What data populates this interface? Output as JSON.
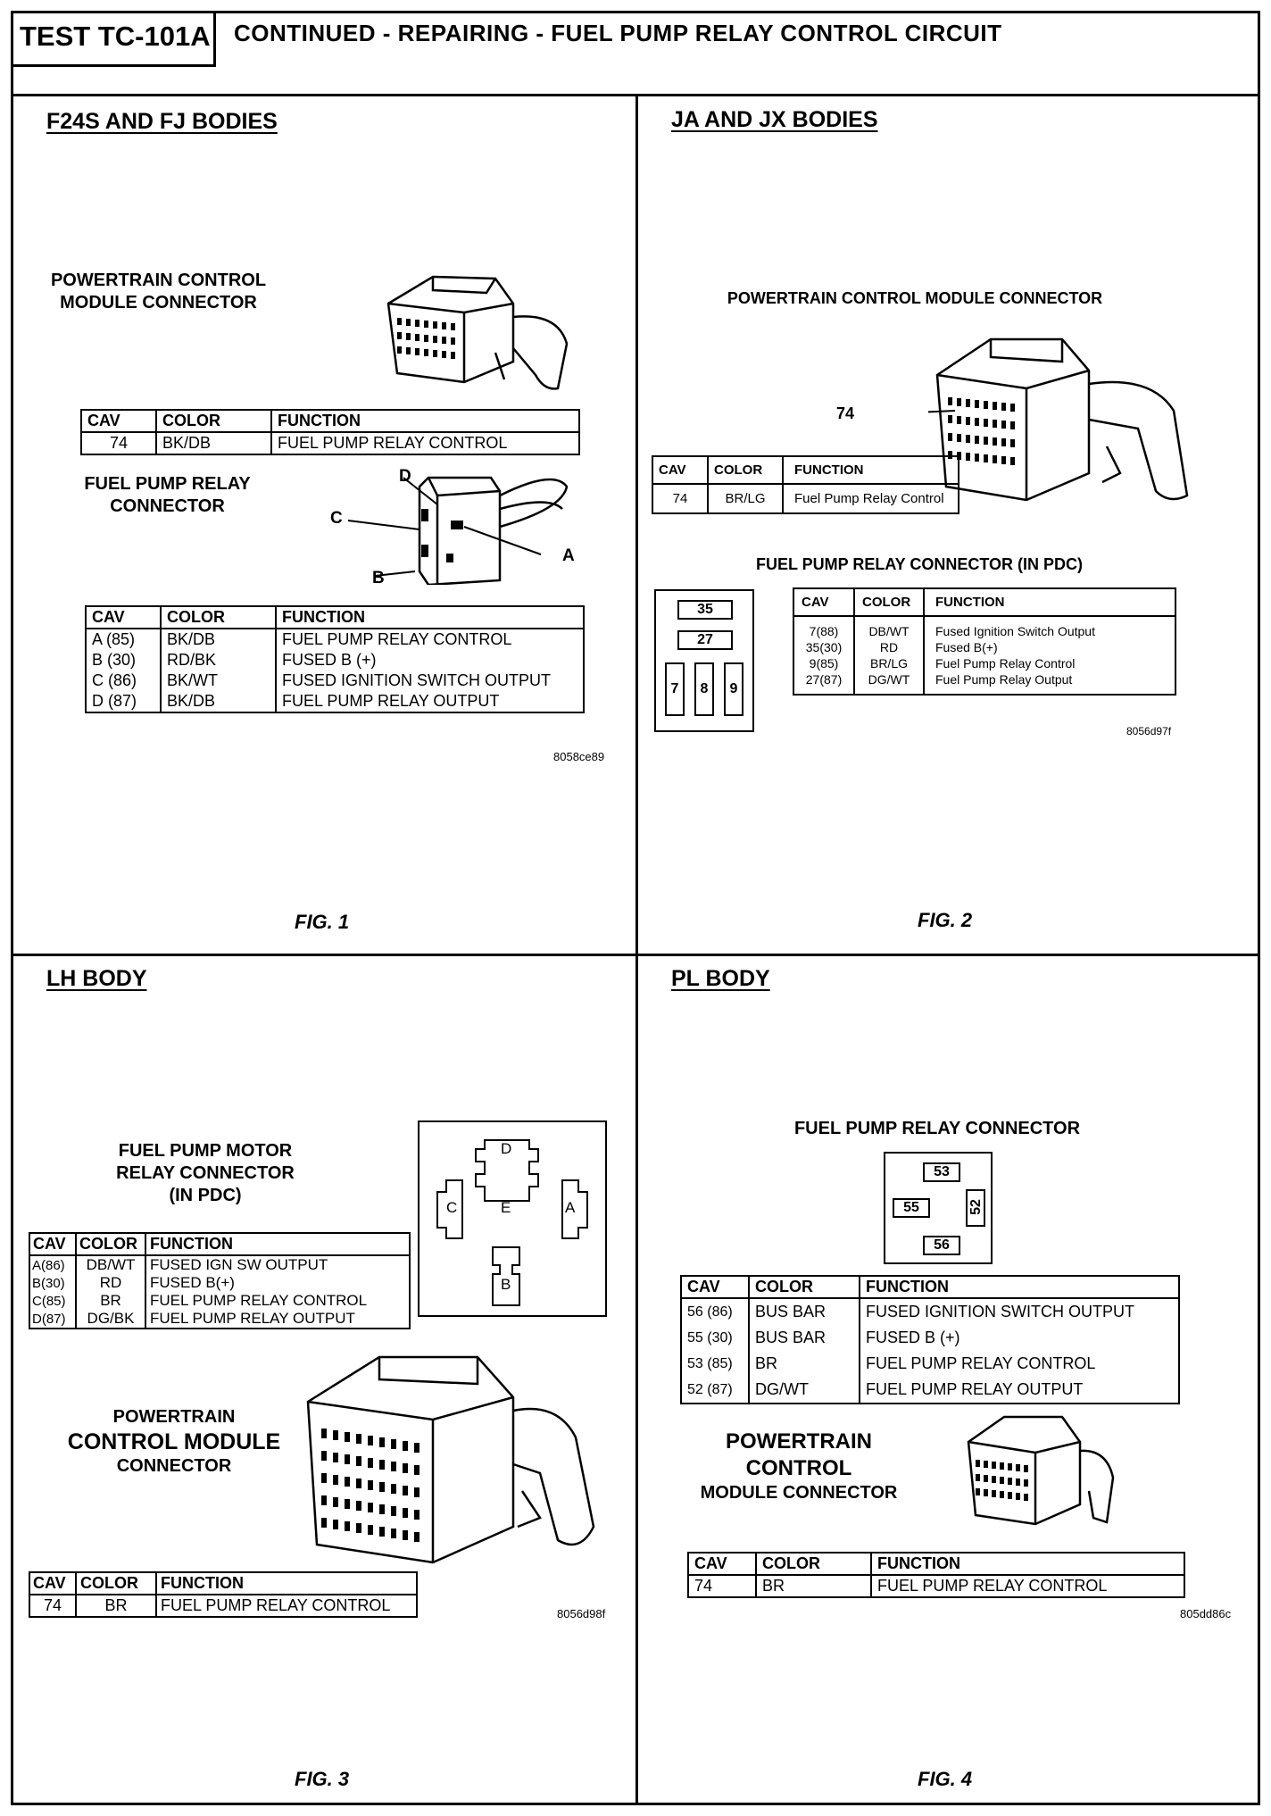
{
  "header": {
    "test_id": "TEST TC-101A",
    "title": "CONTINUED - REPAIRING - FUEL PUMP RELAY CONTROL CIRCUIT"
  },
  "fig1": {
    "section_title": "F24S AND FJ BODIES",
    "pcm_label": [
      "POWERTRAIN CONTROL",
      "MODULE CONNECTOR"
    ],
    "pcm_table": {
      "headers": [
        "CAV",
        "COLOR",
        "FUNCTION"
      ],
      "rows": [
        [
          "74",
          "BK/DB",
          "FUEL PUMP RELAY CONTROL"
        ]
      ]
    },
    "relay_label": [
      "FUEL PUMP RELAY",
      "CONNECTOR"
    ],
    "pins": {
      "a": "A",
      "b": "B",
      "c": "C",
      "d": "D"
    },
    "relay_table": {
      "headers": [
        "CAV",
        "COLOR",
        "FUNCTION"
      ],
      "rows": [
        [
          "A (85)",
          "BK/DB",
          "FUEL PUMP RELAY CONTROL"
        ],
        [
          "B (30)",
          "RD/BK",
          "FUSED B (+)"
        ],
        [
          "C (86)",
          "BK/WT",
          "FUSED IGNITION SWITCH OUTPUT"
        ],
        [
          "D (87)",
          "BK/DB",
          "FUEL PUMP RELAY OUTPUT"
        ]
      ]
    },
    "code": "8058ce89",
    "caption": "FIG. 1"
  },
  "fig2": {
    "section_title": "JA AND JX BODIES",
    "pcm_label": "POWERTRAIN CONTROL MODULE CONNECTOR",
    "pin_callout": "74",
    "pcm_table": {
      "headers": [
        "CAV",
        "COLOR",
        "FUNCTION"
      ],
      "rows": [
        [
          "74",
          "BR/LG",
          "Fuel Pump Relay Control"
        ]
      ]
    },
    "relay_label": "FUEL PUMP RELAY CONNECTOR (IN PDC)",
    "slots": {
      "s35": "35",
      "s27": "27",
      "s7": "7",
      "s8": "8",
      "s9": "9"
    },
    "relay_table": {
      "headers": [
        "CAV",
        "COLOR",
        "FUNCTION"
      ],
      "rows": [
        [
          "7(88)",
          "DB/WT",
          "Fused Ignition Switch Output"
        ],
        [
          "35(30)",
          "RD",
          "Fused B(+)"
        ],
        [
          "9(85)",
          "BR/LG",
          "Fuel Pump Relay Control"
        ],
        [
          "27(87)",
          "DG/WT",
          "Fuel Pump Relay Output"
        ]
      ]
    },
    "code": "8056d97f",
    "caption": "FIG. 2"
  },
  "fig3": {
    "section_title": "LH BODY",
    "relay_label": [
      "FUEL PUMP MOTOR",
      "RELAY CONNECTOR",
      "(IN PDC)"
    ],
    "relay_table": {
      "headers": [
        "CAV",
        "COLOR",
        "FUNCTION"
      ],
      "rows": [
        [
          "A(86)",
          "DB/WT",
          "FUSED IGN SW OUTPUT"
        ],
        [
          "B(30)",
          "RD",
          "FUSED B(+)"
        ],
        [
          "C(85)",
          "BR",
          "FUEL PUMP RELAY CONTROL"
        ],
        [
          "D(87)",
          "DG/BK",
          "FUEL PUMP RELAY OUTPUT"
        ]
      ]
    },
    "pins": {
      "a": "A",
      "b": "B",
      "c": "C",
      "d": "D",
      "e": "E"
    },
    "pcm_label": [
      "POWERTRAIN",
      "CONTROL MODULE",
      "CONNECTOR"
    ],
    "pcm_table": {
      "headers": [
        "CAV",
        "COLOR",
        "FUNCTION"
      ],
      "rows": [
        [
          "74",
          "BR",
          "FUEL PUMP RELAY CONTROL"
        ]
      ]
    },
    "code": "8056d98f",
    "caption": "FIG. 3"
  },
  "fig4": {
    "section_title": "PL BODY",
    "relay_label": "FUEL PUMP RELAY CONNECTOR",
    "slots": {
      "s53": "53",
      "s55": "55",
      "s52": "52",
      "s56": "56"
    },
    "relay_table": {
      "headers": [
        "CAV",
        "COLOR",
        "FUNCTION"
      ],
      "rows": [
        [
          "56 (86)",
          "BUS BAR",
          "FUSED IGNITION SWITCH OUTPUT"
        ],
        [
          "55 (30)",
          "BUS BAR",
          "FUSED B (+)"
        ],
        [
          "53 (85)",
          "BR",
          "FUEL PUMP RELAY CONTROL"
        ],
        [
          "52 (87)",
          "DG/WT",
          "FUEL PUMP RELAY OUTPUT"
        ]
      ]
    },
    "pcm_label": [
      "POWERTRAIN CONTROL",
      "MODULE CONNECTOR"
    ],
    "pcm_table": {
      "headers": [
        "CAV",
        "COLOR",
        "FUNCTION"
      ],
      "rows": [
        [
          "74",
          "BR",
          "FUEL PUMP RELAY CONTROL"
        ]
      ]
    },
    "code": "805dd86c",
    "caption": "FIG. 4"
  }
}
